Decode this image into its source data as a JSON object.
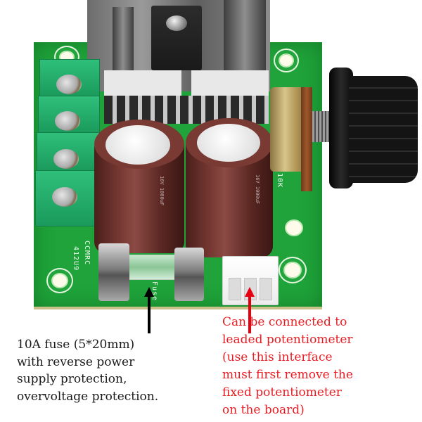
{
  "photo": {
    "subject": "PWM DC motor speed controller board",
    "silkscreen": {
      "board_code_1": "CCMRC",
      "board_code_2": "412U9",
      "fuse_label": "Fuse",
      "pot_label": "10K"
    }
  },
  "annotations": {
    "fuse_note": {
      "lines": [
        "10A fuse (5*20mm)",
        "with reverse power",
        "supply protection,",
        "overvoltage protection."
      ],
      "color": "#1a1a1a"
    },
    "connector_note": {
      "lines": [
        "Can be connected to",
        "leaded potentiometer",
        "(use this interface",
        "must first remove the",
        "fixed potentiometer",
        "on the board)"
      ],
      "color": "#e81d24"
    }
  },
  "colors": {
    "pcb_green": "#1fa33a",
    "terminal_green": "#22b06a",
    "capacitor_brown": "#6e322c",
    "annotation_red": "#e81d24",
    "annotation_black": "#1a1a1a"
  }
}
